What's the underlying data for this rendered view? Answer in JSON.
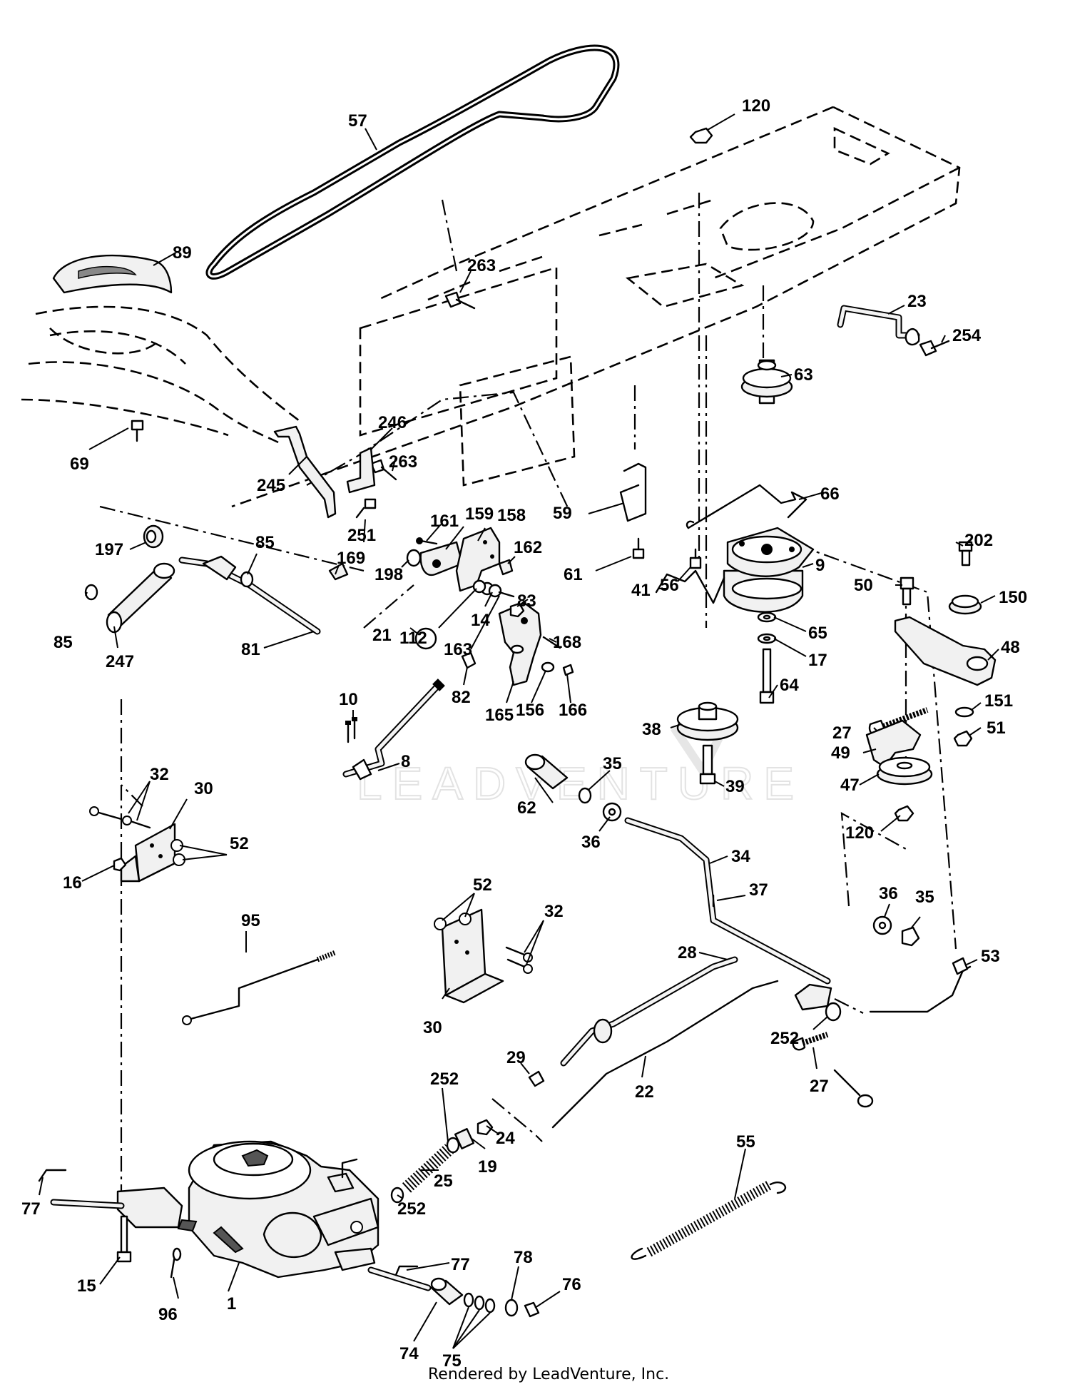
{
  "footer": "Rendered by LeadVenture, Inc.",
  "watermark": "LEADVENTURE",
  "callouts": [
    "57",
    "120",
    "89",
    "263",
    "23",
    "254",
    "63",
    "69",
    "246",
    "263",
    "66",
    "59",
    "245",
    "202",
    "197",
    "85",
    "161",
    "159",
    "158",
    "169",
    "251",
    "162",
    "50",
    "150",
    "198",
    "85",
    "61",
    "56",
    "9",
    "247",
    "81",
    "112",
    "14",
    "83",
    "41",
    "48",
    "65",
    "163",
    "168",
    "17",
    "21",
    "27",
    "151",
    "82",
    "165",
    "156",
    "166",
    "38",
    "64",
    "51",
    "10",
    "49",
    "8",
    "47",
    "35",
    "39",
    "32",
    "30",
    "62",
    "36",
    "120",
    "52",
    "16",
    "34",
    "95",
    "52",
    "32",
    "37",
    "36",
    "35",
    "28",
    "53",
    "30",
    "252",
    "29",
    "27",
    "252",
    "22",
    "24",
    "19",
    "55",
    "25",
    "252",
    "77",
    "77",
    "78",
    "76",
    "15",
    "96",
    "1",
    "74",
    "75"
  ]
}
